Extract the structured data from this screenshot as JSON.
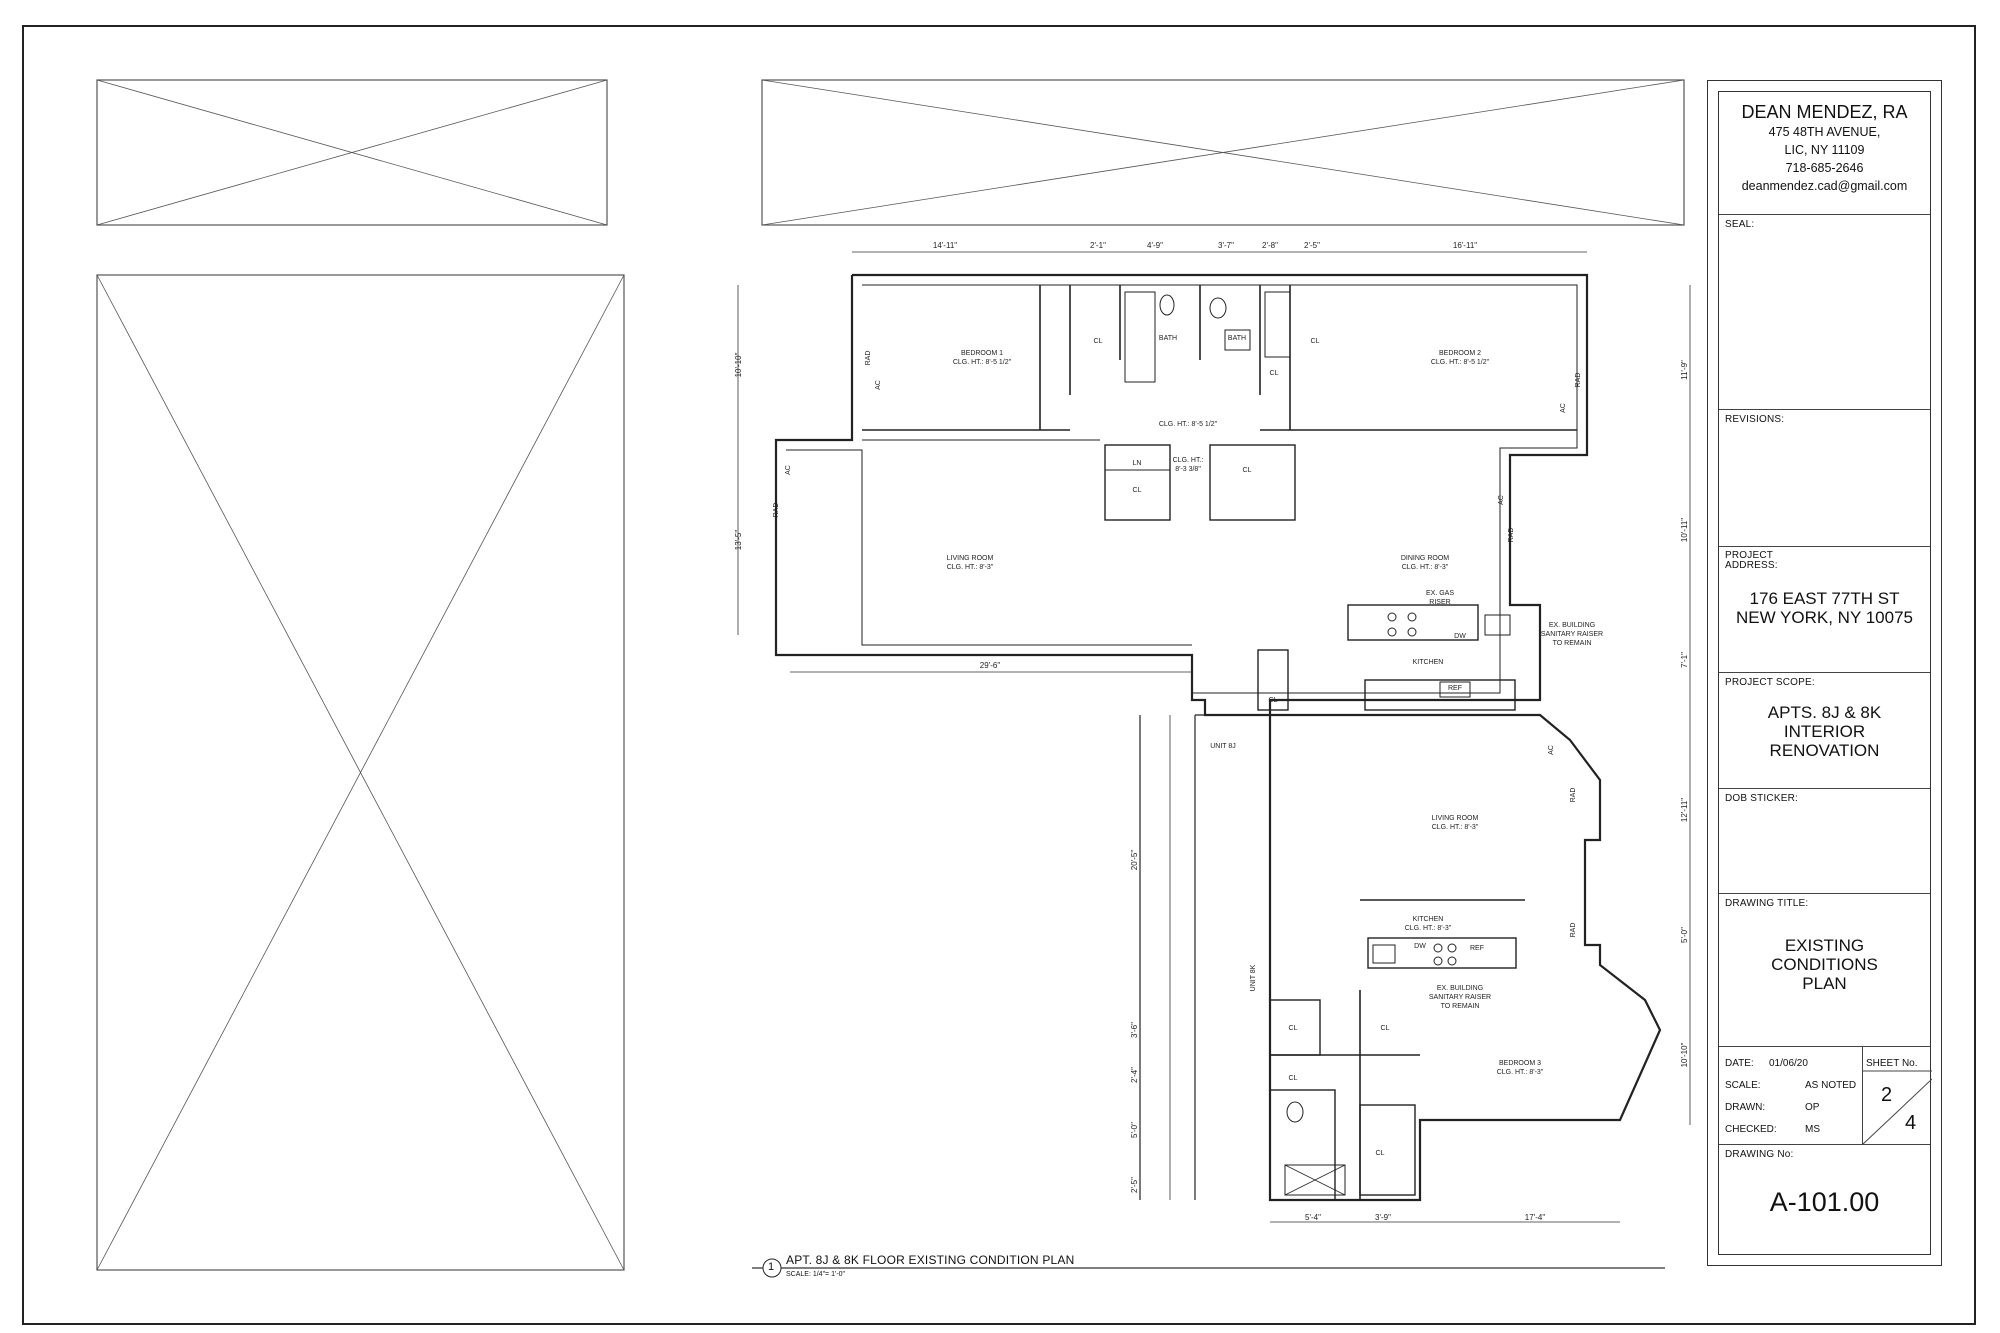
{
  "titleblock": {
    "firm_name": "DEAN MENDEZ, RA",
    "firm_address1": "475 48TH AVENUE,",
    "firm_address2": "LIC, NY 11109",
    "firm_phone": "718-685-2646",
    "firm_email": "deanmendez.cad@gmail.com",
    "seal_label": "SEAL:",
    "revisions_label": "REVISIONS:",
    "project_address_label1": "PROJECT",
    "project_address_label2": "ADDRESS:",
    "project_address1": "176 EAST 77TH ST",
    "project_address2": "NEW YORK, NY 10075",
    "project_scope_label": "PROJECT SCOPE:",
    "scope1": "APTS. 8J & 8K",
    "scope2": "INTERIOR",
    "scope3": "RENOVATION",
    "dob_label": "DOB STICKER:",
    "drawing_title_label": "DRAWING TITLE:",
    "title1": "EXISTING",
    "title2": "CONDITIONS",
    "title3": "PLAN",
    "date_label": "DATE:",
    "date_value": "01/06/20",
    "sheet_label": "SHEET No.",
    "scale_label": "SCALE:",
    "scale_value": "AS NOTED",
    "drawn_label": "DRAWN:",
    "drawn_value": "OP",
    "checked_label": "CHECKED:",
    "checked_value": "MS",
    "sheet_num": "2",
    "sheet_total": "4",
    "drawing_no_label": "DRAWING No:",
    "drawing_no": "A-101.00"
  },
  "caption": {
    "number": "1",
    "title": "APT. 8J & 8K FLOOR EXISTING CONDITION PLAN",
    "scale": "SCALE: 1/4\"= 1'-0\""
  },
  "dimensions": {
    "top": [
      "14'-11\"",
      "2'-1\"",
      "4'-9\"",
      "3'-7\"",
      "2'-8\"",
      "2'-5\"",
      "16'-11\""
    ],
    "left": [
      "10'-10\"",
      "13'-5\""
    ],
    "living_width": "29'-6\"",
    "unit_k_left": [
      "20'-5\"",
      "3'-6\"",
      "2'-4\"",
      "5'-0\"",
      "2'-5\""
    ],
    "right": [
      "11'-9\"",
      "10'-11\"",
      "7'-1\"",
      "12'-11\"",
      "5'-0\"",
      "10'-10\""
    ],
    "bottom": [
      "5'-4\"",
      "3'-9\"",
      "17'-4\""
    ]
  },
  "rooms": {
    "bedroom1": "BEDROOM 1",
    "bedroom1_clg": "CLG. HT.: 8'-5 1/2\"",
    "bedroom2": "BEDROOM 2",
    "bedroom2_clg": "CLG. HT.: 8'-5 1/2\"",
    "hall_clg": "CLG. HT.: 8'-5 1/2\"",
    "clg_small1": "CLG. HT.:",
    "clg_small2": "8'-3 3/8\"",
    "bath": "BATH",
    "cl": "CL",
    "ln": "LN",
    "rad": "RAD",
    "ac": "AC",
    "living1": "LIVING ROOM",
    "living1_clg": "CLG. HT.: 8'-3\"",
    "dining": "DINING ROOM",
    "dining_clg": "CLG. HT.: 8'-3\"",
    "gas1": "EX. GAS",
    "gas2": "RISER",
    "san1": "EX. BUILDING",
    "san2": "SANITARY RAISER",
    "san3": "TO REMAIN",
    "dw": "DW",
    "ref": "REF",
    "kitchen": "KITCHEN",
    "kitchen2_clg": "CLG. HT.: 8'-3\"",
    "unit_8j": "UNIT 8J",
    "unit_8k": "UNIT 8K",
    "living2": "LIVING ROOM",
    "living2_clg": "CLG. HT.: 8'-3\"",
    "bedroom3": "BEDROOM 3",
    "bedroom3_clg": "CLG. HT.: 8'-3\""
  }
}
